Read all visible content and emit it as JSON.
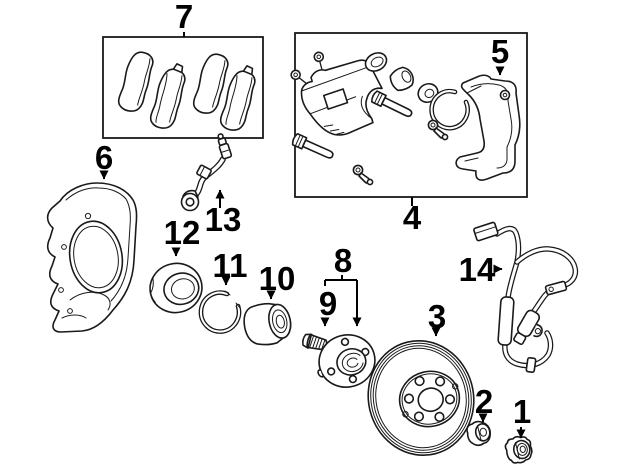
{
  "diagram": {
    "background_color": "#ffffff",
    "line_color": "#1a1a1a",
    "label_color": "#000000",
    "callouts": [
      {
        "label": "1"
      },
      {
        "label": "2"
      },
      {
        "label": "3"
      },
      {
        "label": "4"
      },
      {
        "label": "5"
      },
      {
        "label": "6"
      },
      {
        "label": "7"
      },
      {
        "label": "8"
      },
      {
        "label": "9"
      },
      {
        "label": "10"
      },
      {
        "label": "11"
      },
      {
        "label": "12"
      },
      {
        "label": "13"
      },
      {
        "label": "14"
      }
    ]
  }
}
